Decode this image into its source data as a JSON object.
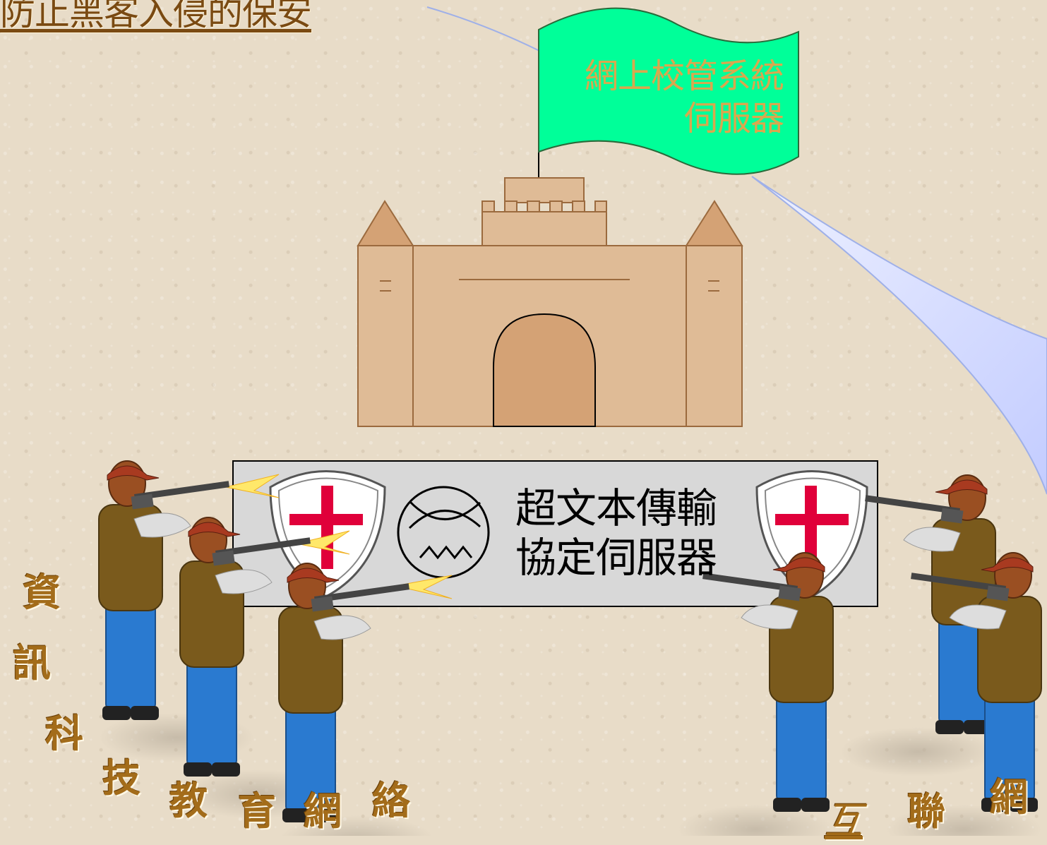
{
  "title": "防止黑客入侵的保安",
  "flag": {
    "line1": "網上校管系統",
    "line2": "伺服器",
    "color": "#00ff99"
  },
  "banner": {
    "line1": "超文本傳輸",
    "line2": "協定伺服器"
  },
  "left_label": [
    "資",
    "訊",
    "科",
    "技",
    "教",
    "育",
    "網",
    "絡"
  ],
  "right_label": [
    "互",
    "聯",
    "網"
  ],
  "colors": {
    "castle_fill": "#dfbb96",
    "castle_stroke": "#9b6a3e",
    "gate": "#d4a275",
    "banner_fill": "#d8d8d8",
    "cross": "#e0003a",
    "label_text": "#a36c1a",
    "beam": "#c7d2ff"
  },
  "icons": [
    "castle-icon",
    "flag-icon",
    "shield-icon",
    "cancel-circle-icon",
    "guard-with-rifle-icon"
  ]
}
